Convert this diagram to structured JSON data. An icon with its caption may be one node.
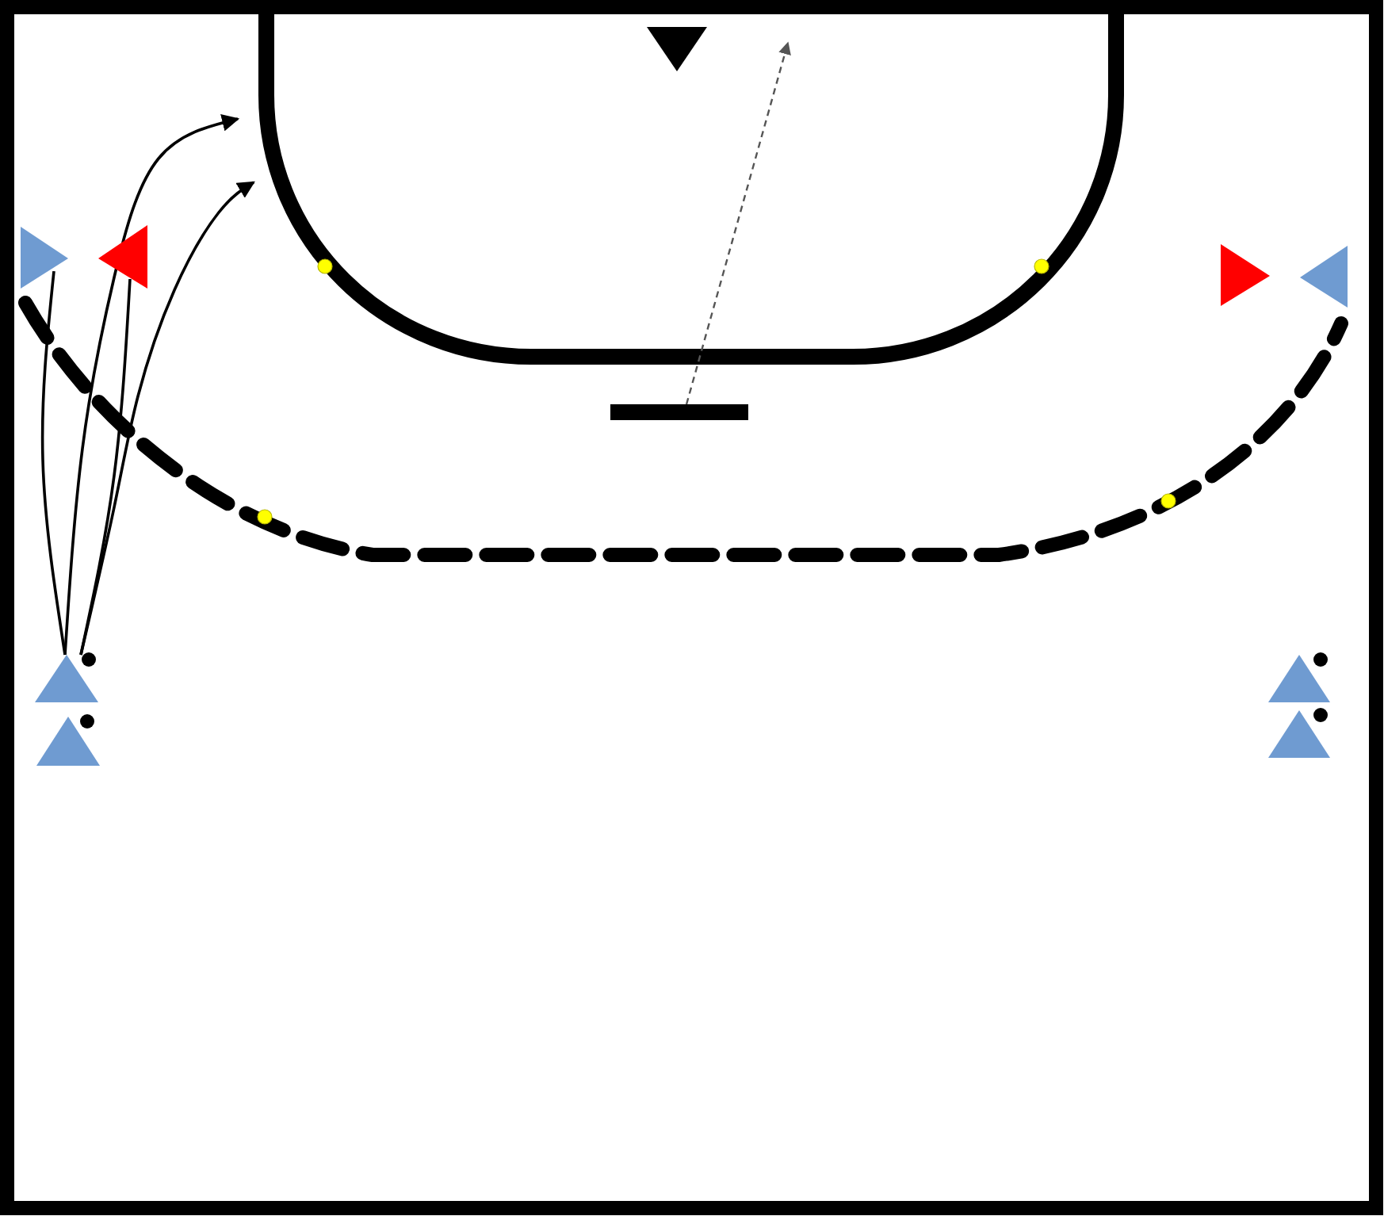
{
  "diagram": {
    "nodes": [
      {
        "text": [],
        "shape": "triangle"
      },
      {
        "text": [],
        "shape": "triangle"
      },
      {
        "text": [],
        "shape": "triangle"
      },
      {
        "text": [],
        "shape": "circle"
      },
      {
        "text": [],
        "shape": "circle"
      },
      {
        "text": [],
        "shape": "triangle"
      },
      {
        "text": [],
        "shape": "triangle"
      },
      {
        "text": [],
        "shape": "bar"
      },
      {
        "text": [],
        "shape": "circle"
      },
      {
        "text": [],
        "shape": "circle"
      },
      {
        "text": [],
        "shape": "triangle"
      },
      {
        "text": [],
        "shape": "circle"
      },
      {
        "text": [],
        "shape": "triangle"
      },
      {
        "text": [],
        "shape": "circle"
      },
      {
        "text": [],
        "shape": "triangle"
      },
      {
        "text": [],
        "shape": "circle"
      },
      {
        "text": [],
        "shape": "triangle"
      },
      {
        "text": [],
        "shape": "circle"
      }
    ],
    "edges": [
      {
        "from": 10,
        "to": 1,
        "arrow": "none"
      },
      {
        "from": 10,
        "to": null,
        "arrow": "to"
      },
      {
        "from": 10,
        "to": 2,
        "arrow": "none"
      },
      {
        "from": 10,
        "to": null,
        "arrow": "to"
      },
      {
        "from": 7,
        "to": null,
        "arrow": "to",
        "style": "dashed",
        "color": "#555555"
      }
    ]
  }
}
